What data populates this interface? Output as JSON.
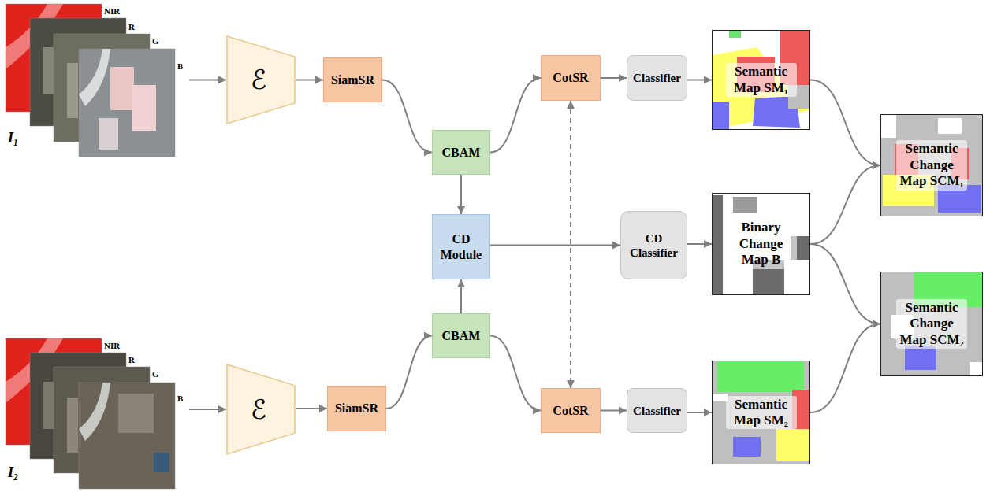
{
  "diagram": {
    "nodes": [
      {
        "text": [
          "NIR",
          "R",
          "G",
          "B",
          "I₁"
        ]
      },
      {
        "text": [
          "ℰ"
        ]
      },
      {
        "text": [
          "SiamSR"
        ]
      },
      {
        "text": [
          "CBAM"
        ]
      },
      {
        "text": [
          "CotSR"
        ]
      },
      {
        "text": [
          "Classifier"
        ]
      },
      {
        "text": [
          "Semantic Map SM₁"
        ]
      },
      {
        "text": [
          "Semantic Change Map SCM₁"
        ]
      },
      {
        "text": [
          "CD Module"
        ]
      },
      {
        "text": [
          "CD Classifier"
        ]
      },
      {
        "text": [
          "Binary Change Map B"
        ]
      },
      {
        "text": [
          "Semantic Change Map SCM₂"
        ]
      },
      {
        "text": [
          "NIR",
          "R",
          "G",
          "B",
          "I₂"
        ]
      },
      {
        "text": [
          "ℰ"
        ]
      },
      {
        "text": [
          "SiamSR"
        ]
      },
      {
        "text": [
          "CBAM"
        ]
      },
      {
        "text": [
          "CotSR"
        ]
      },
      {
        "text": [
          "Classifier"
        ]
      },
      {
        "text": [
          "Semantic Map SM₂"
        ]
      }
    ],
    "edges": [
      {
        "from": 0,
        "to": 1,
        "arrow": "to"
      },
      {
        "from": 1,
        "to": 2,
        "arrow": "to"
      },
      {
        "from": 2,
        "to": 3,
        "arrow": "to"
      },
      {
        "from": 3,
        "to": 4,
        "arrow": "to"
      },
      {
        "from": 4,
        "to": 5,
        "arrow": "to"
      },
      {
        "from": 5,
        "to": 6,
        "arrow": "to"
      },
      {
        "from": 6,
        "to": 7,
        "arrow": "to"
      },
      {
        "from": 3,
        "to": 8,
        "arrow": "to"
      },
      {
        "from": 8,
        "to": 9,
        "arrow": "to"
      },
      {
        "from": 9,
        "to": 10,
        "arrow": "to"
      },
      {
        "from": 10,
        "to": 7,
        "arrow": "to"
      },
      {
        "from": 10,
        "to": 11,
        "arrow": "to"
      },
      {
        "from": 18,
        "to": 11,
        "arrow": "to"
      },
      {
        "from": 4,
        "to": 16,
        "arrow": "both"
      },
      {
        "from": 12,
        "to": 13,
        "arrow": "to"
      },
      {
        "from": 13,
        "to": 14,
        "arrow": "to"
      },
      {
        "from": 14,
        "to": 15,
        "arrow": "to"
      },
      {
        "from": 15,
        "to": 8,
        "arrow": "to"
      },
      {
        "from": 15,
        "to": 16,
        "arrow": "to"
      },
      {
        "from": 16,
        "to": 17,
        "arrow": "to"
      },
      {
        "from": 17,
        "to": 18,
        "arrow": "to"
      }
    ]
  }
}
